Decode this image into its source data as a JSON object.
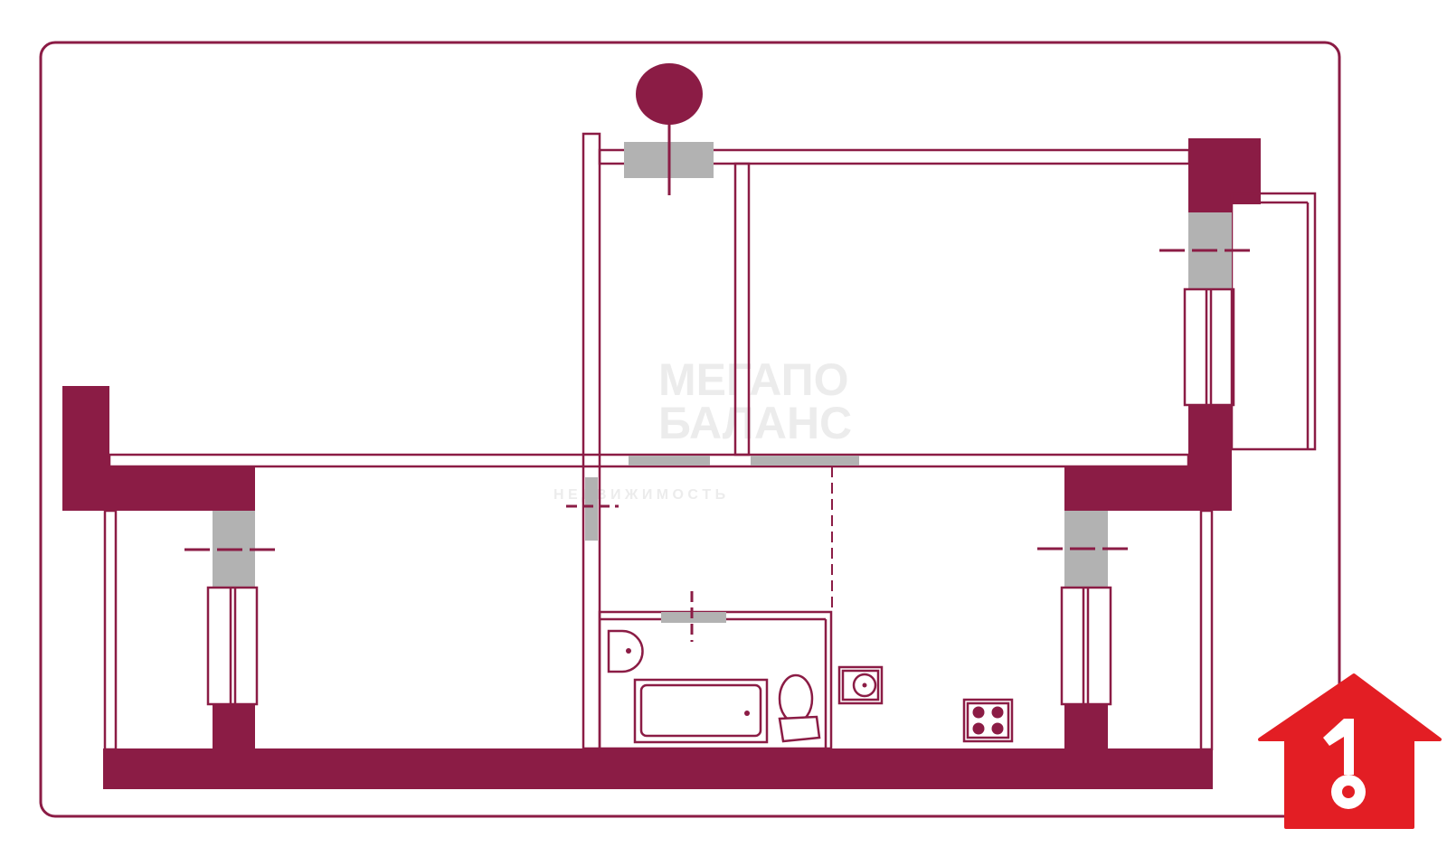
{
  "plan": {
    "colors": {
      "wall": "#8b1c45",
      "glazing": "#b2b2b2",
      "fixture_fill": "#ffffff",
      "background": "#ffffff",
      "logo_red": "#e31e24",
      "watermark": "#e6e6e6"
    },
    "icons": {
      "logo": "house-key-icon",
      "bathtub": "bathtub-icon",
      "washbasin": "washbasin-icon",
      "toilet": "toilet-icon",
      "kitchen_sink": "sink-icon",
      "hob": "stove-icon",
      "antenna": "antenna-icon"
    },
    "watermark": {
      "line1": "МЕГАПО",
      "line2": "БАЛАНС",
      "line3": "Н Е Д В И Ж И М О С Т Ь"
    }
  }
}
